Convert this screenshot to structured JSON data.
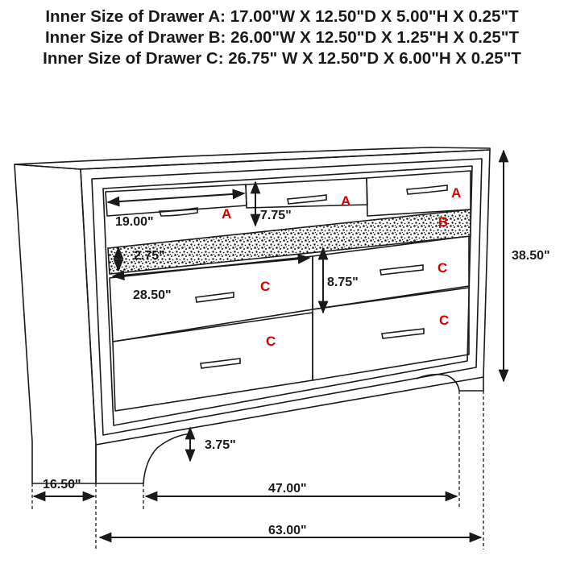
{
  "specs": {
    "drawer_a": "Inner Size of Drawer A: 17.00\"W X 12.50\"D X 5.00\"H X 0.25\"T",
    "drawer_b": "Inner Size of Drawer B: 26.00\"W X 12.50\"D X 1.25\"H X 0.25\"T",
    "drawer_c": "Inner Size of Drawer C: 26.75\" W X 12.50\"D X 6.00\"H X 0.25\"T"
  },
  "dimensions": {
    "width_19": "19.00\"",
    "height_775": "7.75\"",
    "height_275": "2.75\"",
    "width_2850": "28.50\"",
    "height_875": "8.75\"",
    "overall_height": "38.50\"",
    "leg_height": "3.75\"",
    "depth": "16.50\"",
    "inner_width": "47.00\"",
    "overall_width": "63.00\""
  },
  "drawer_labels": {
    "a1": "A",
    "a2": "A",
    "a3": "A",
    "b": "B",
    "c1": "C",
    "c2": "C",
    "c3": "C",
    "c4": "C"
  },
  "colors": {
    "line": "#1a1a1a",
    "label": "#d40000"
  }
}
